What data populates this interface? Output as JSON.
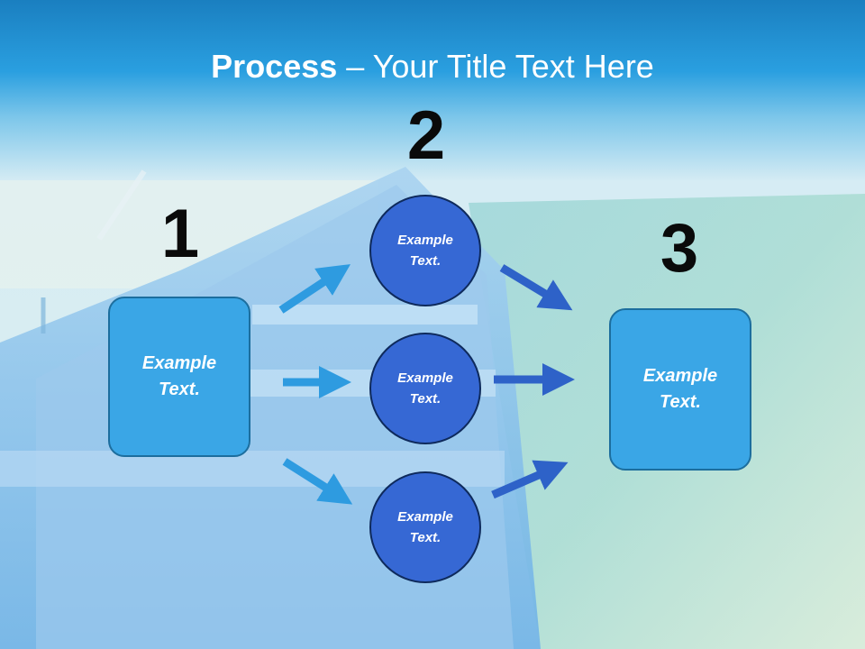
{
  "title": {
    "bold": "Process",
    "separator": " – ",
    "rest": "Your Title Text Here"
  },
  "steps": {
    "one": "1",
    "two": "2",
    "three": "3"
  },
  "left_box": {
    "text": "Example\nText."
  },
  "right_box": {
    "text": "Example\nText."
  },
  "circles": [
    {
      "text": "Example\nText."
    },
    {
      "text": "Example\nText."
    },
    {
      "text": "Example\nText."
    }
  ],
  "colors": {
    "sky_top": "#1e86c6",
    "box_fill": "#3aa6e6",
    "circle_fill": "#3668d4",
    "arrow_left": "#2e9be0",
    "arrow_right": "#2e62c8"
  }
}
